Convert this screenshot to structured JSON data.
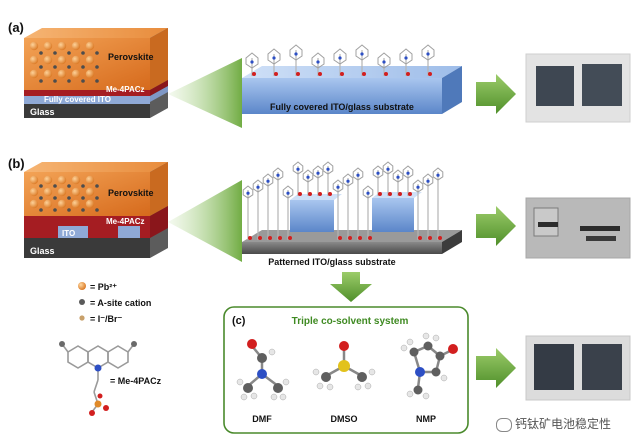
{
  "panels": {
    "a": {
      "label": "(a)",
      "layers": {
        "perovskite": "Perovskite",
        "sam": "Me-4PACz",
        "ito": "Fully covered ITO",
        "glass": "Glass"
      },
      "substrate": "Fully covered ITO/glass substrate"
    },
    "b": {
      "label": "(b)",
      "layers": {
        "perovskite": "Perovskite",
        "sam": "Me-4PACz",
        "ito": "ITO",
        "glass": "Glass"
      },
      "substrate": "Patterned ITO/glass substrate"
    },
    "c": {
      "label": "(c)",
      "title": "Triple co-solvent system",
      "solvents": [
        "DMF",
        "DMSO",
        "NMP"
      ]
    }
  },
  "legend": {
    "pb": "= Pb²⁺",
    "a_site": "= A-site cation",
    "halide": "= I⁻/Br⁻",
    "molecule": "= Me-4PACz"
  },
  "watermark": "钙钛矿电池稳定性",
  "colors": {
    "perovskite": "#e8852f",
    "sam": "#a51d22",
    "ito": "#8fa9d6",
    "glass": "#3a3a3a",
    "arrow": "#6aa83a",
    "box_border": "#4a8a2c",
    "title_green": "#3f8a22"
  }
}
